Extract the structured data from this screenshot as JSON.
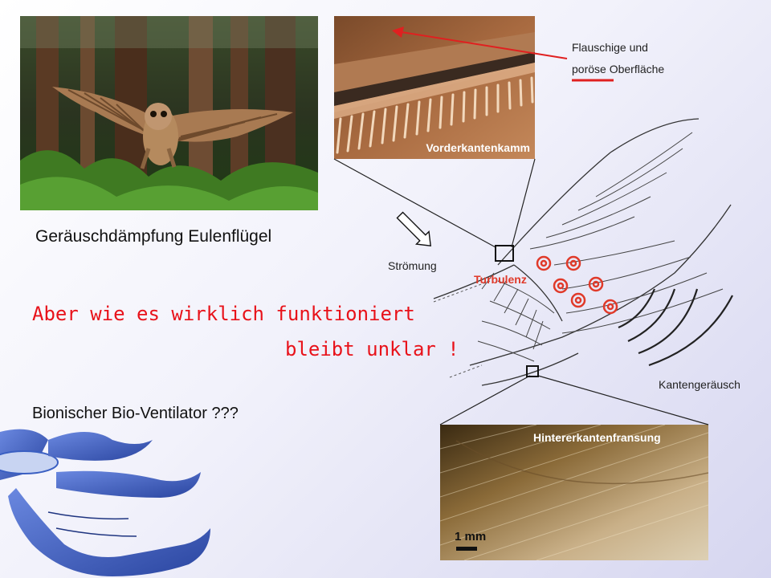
{
  "title": "Geräuschdämpfung Eulenflügel",
  "conclusion": {
    "line1": "Aber wie es wirklich funktioniert",
    "line2": "bleibt unklar !"
  },
  "bionic_label": "Bionischer Bio-Ventilator ???",
  "annotations": {
    "leading_edge": "Vorderkantenkamm",
    "fluffy_line1": "Flauschige und",
    "fluffy_line2": "poröse Oberfläche",
    "flow": "Strömung",
    "turbulence": "Turbulenz",
    "edge_noise": "Kantengeräusch",
    "trailing_edge": "Hintererkantenfransung",
    "scale": "1 mm"
  },
  "colors": {
    "accent_red": "#e02020",
    "handwritten_red": "#e8121a",
    "fan_blue": "#3a5fc2"
  }
}
